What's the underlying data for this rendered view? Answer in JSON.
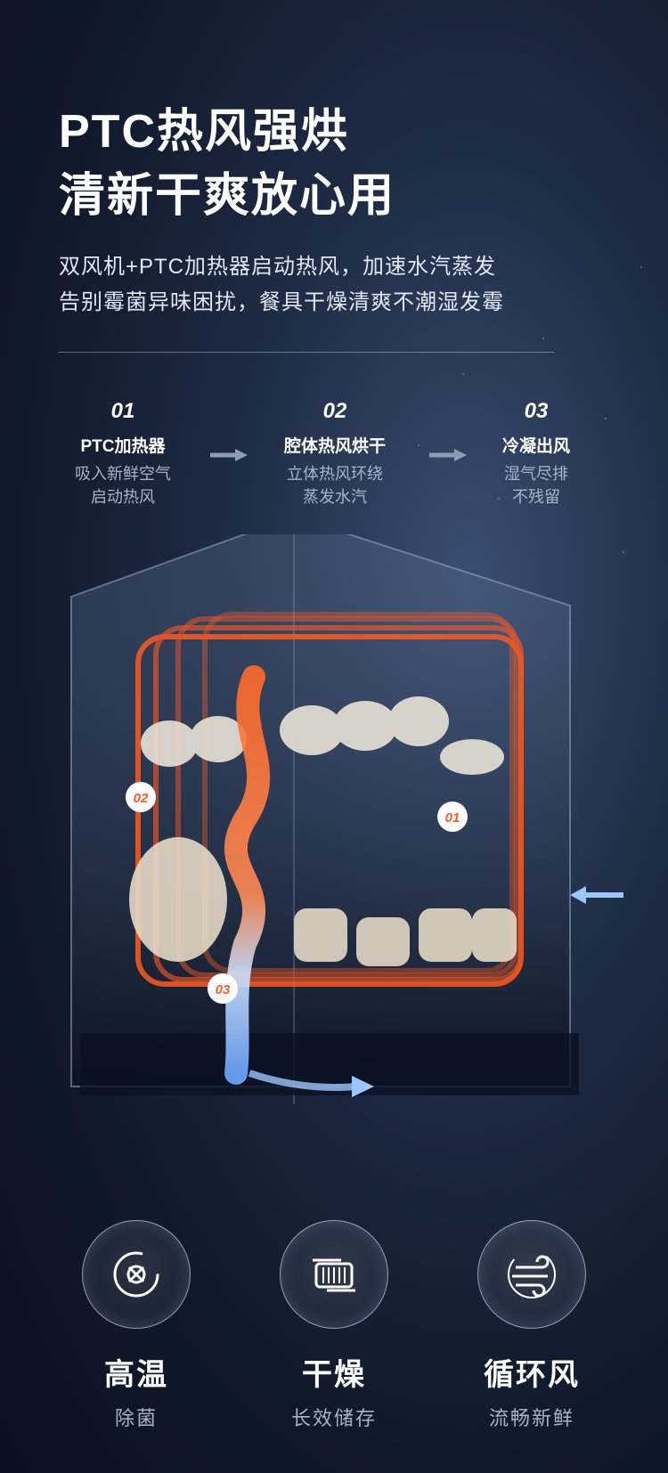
{
  "header": {
    "title_line1": "PTC热风强烘",
    "title_line2": "清新干爽放心用",
    "subtitle_line1": "双风机+PTC加热器启动热风，加速水汽蒸发",
    "subtitle_line2": "告别霉菌异味困扰，餐具干燥清爽不潮湿发霉"
  },
  "steps": [
    {
      "num": "01",
      "name": "PTC加热器",
      "desc1": "吸入新鲜空气",
      "desc2": "启动热风"
    },
    {
      "num": "02",
      "name": "腔体热风烘干",
      "desc1": "立体热风环绕",
      "desc2": "蒸发水汽"
    },
    {
      "num": "03",
      "name": "冷凝出风",
      "desc1": "湿气尽排",
      "desc2": "不残留"
    }
  ],
  "markers": {
    "m01": "01",
    "m02": "02",
    "m03": "03"
  },
  "features": [
    {
      "name": "高温",
      "desc": "除菌",
      "icon": "sterilize-icon"
    },
    {
      "name": "干燥",
      "desc": "长效储存",
      "icon": "dry-storage-icon"
    },
    {
      "name": "循环风",
      "desc": "流畅新鲜",
      "icon": "circulating-air-icon"
    }
  ],
  "colors": {
    "hot": "#ff5a1f",
    "cool": "#7fb6ff",
    "bg": "#16223a"
  }
}
